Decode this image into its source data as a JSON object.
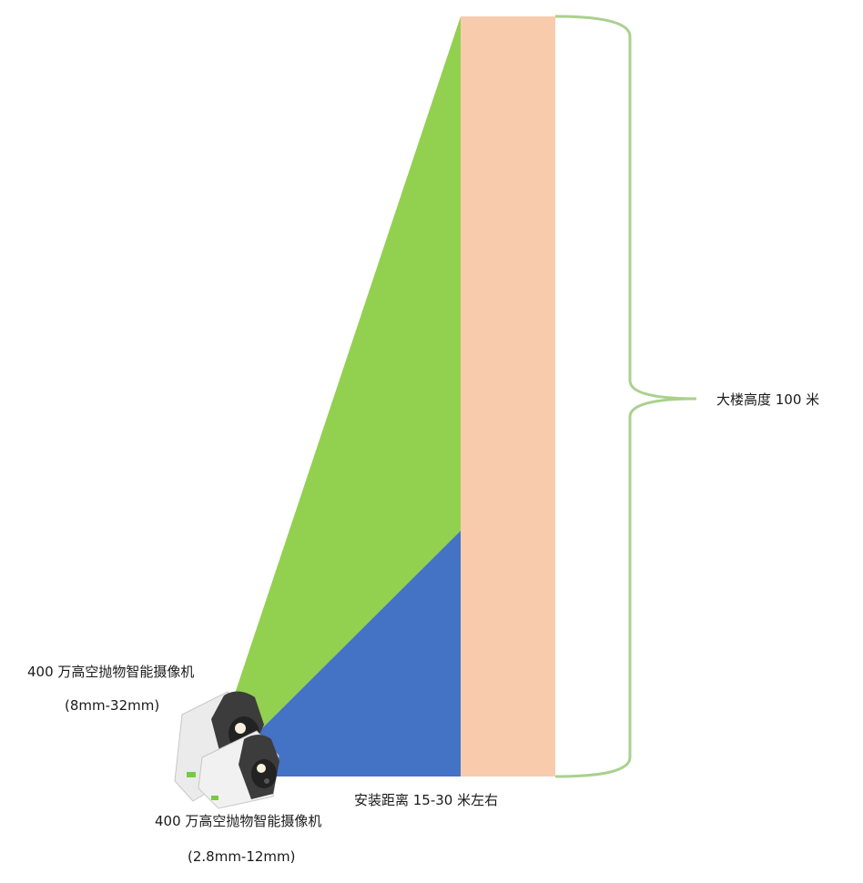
{
  "colors": {
    "tele_field": "#92d050",
    "wide_field": "#4472c4",
    "building": "#f8cbad",
    "brace": "#a9d18e",
    "camera_body": "#e9e9e9",
    "camera_hood": "#3c3c3c",
    "camera_accent": "#7ac943"
  },
  "labels": {
    "camera_tele_title": "400 万高空抛物智能摄像机",
    "camera_tele_lens": "(8mm-32mm)",
    "camera_wide_title": "400 万高空抛物智能摄像机",
    "camera_wide_lens": "(2.8mm-12mm)",
    "install_distance": "安装距离 15-30 米左右",
    "building_height": "大楼高度 100 米"
  },
  "icons": {
    "camera_tele": "camera-icon",
    "camera_wide": "camera-icon"
  }
}
